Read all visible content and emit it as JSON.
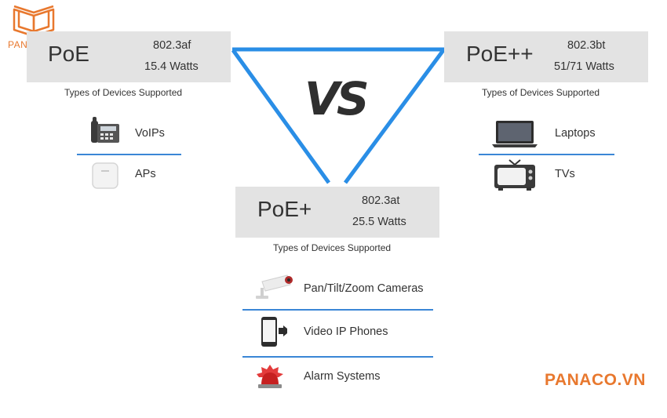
{
  "logo": {
    "text": "PANACO"
  },
  "vs_label": "VS",
  "watermark": "PANACO.VN",
  "standards": {
    "poe": {
      "name": "PoE",
      "standard": "802.3af",
      "power": "15.4 Watts",
      "devices_heading": "Types of Devices Supported",
      "devices": [
        {
          "label": "VoIPs",
          "icon": "desk-phone-icon"
        },
        {
          "label": "APs",
          "icon": "access-point-icon"
        }
      ]
    },
    "poe_plus": {
      "name": "PoE+",
      "standard": "802.3at",
      "power": "25.5 Watts",
      "devices_heading": "Types of Devices Supported",
      "devices": [
        {
          "label": "Pan/Tilt/Zoom Cameras",
          "icon": "security-camera-icon"
        },
        {
          "label": "Video IP Phones",
          "icon": "video-phone-icon"
        },
        {
          "label": "Alarm Systems",
          "icon": "alarm-light-icon"
        }
      ]
    },
    "poe_plus_plus": {
      "name": "PoE++",
      "standard": "802.3bt",
      "power": "51/71 Watts",
      "devices_heading": "Types of Devices Supported",
      "devices": [
        {
          "label": "Laptops",
          "icon": "laptop-icon"
        },
        {
          "label": "TVs",
          "icon": "tv-icon"
        }
      ]
    }
  },
  "colors": {
    "triangle": "#2a8ee6",
    "divider": "#3a86d6",
    "box": "#e3e3e3",
    "brand": "#e8782e"
  }
}
